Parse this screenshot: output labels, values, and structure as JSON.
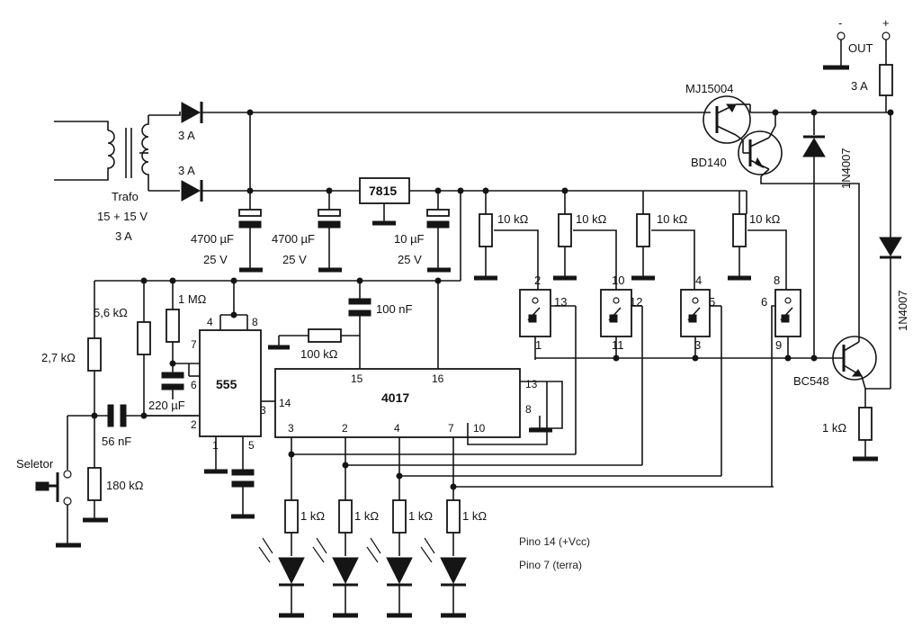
{
  "diagram": {
    "transformer": {
      "name": "Trafo",
      "rating": "15 + 15 V",
      "current": "3 A"
    },
    "diodes_rectifier": [
      "3 A",
      "3 A"
    ],
    "regulator": "7815",
    "capacitors": {
      "filter1": {
        "value": "4700 µF",
        "voltage": "25 V"
      },
      "filter2": {
        "value": "4700 µF",
        "voltage": "25 V"
      },
      "filter3": {
        "value": "10 µF",
        "voltage": "25 V"
      },
      "c100n": "100 nF",
      "c220u": "220 µF",
      "c56n": "56 nF"
    },
    "resistors": {
      "r_5k6": "5,6 kΩ",
      "r_1m": "1 MΩ",
      "r_2k7": "2,7 kΩ",
      "r_100k": "100 kΩ",
      "r_180k": "180 kΩ",
      "pots": [
        "10 kΩ",
        "10 kΩ",
        "10 kΩ",
        "10 kΩ"
      ],
      "led_res": [
        "1 kΩ",
        "1 kΩ",
        "1 kΩ",
        "1 kΩ"
      ],
      "r_bc548": "1 kΩ"
    },
    "ic_555": {
      "name": "555",
      "pins": [
        "4",
        "8",
        "7",
        "6",
        "2",
        "1",
        "5",
        "3"
      ]
    },
    "ic_4017": {
      "name": "4017",
      "pins": [
        "15",
        "16",
        "14",
        "13",
        "8",
        "3",
        "2",
        "4",
        "7",
        "10"
      ]
    },
    "switches": [
      {
        "top": "2",
        "right": "13",
        "bottom": "1"
      },
      {
        "top": "10",
        "right": "12",
        "bottom": "11"
      },
      {
        "top": "4",
        "right": "5",
        "bottom": "3"
      },
      {
        "top": "8",
        "left": "6",
        "bottom": "9"
      }
    ],
    "transistors": {
      "q1": "MJ15004",
      "q2": "BD140",
      "q3": "BC548"
    },
    "diodes_other": [
      "1N4007",
      "1N4007"
    ],
    "output": {
      "label": "OUT",
      "minus": "-",
      "plus": "+",
      "fuse": "3 A"
    },
    "selector": "Seletor",
    "notes": [
      "Pino 14 (+Vcc)",
      "Pino 7 (terra)"
    ]
  }
}
